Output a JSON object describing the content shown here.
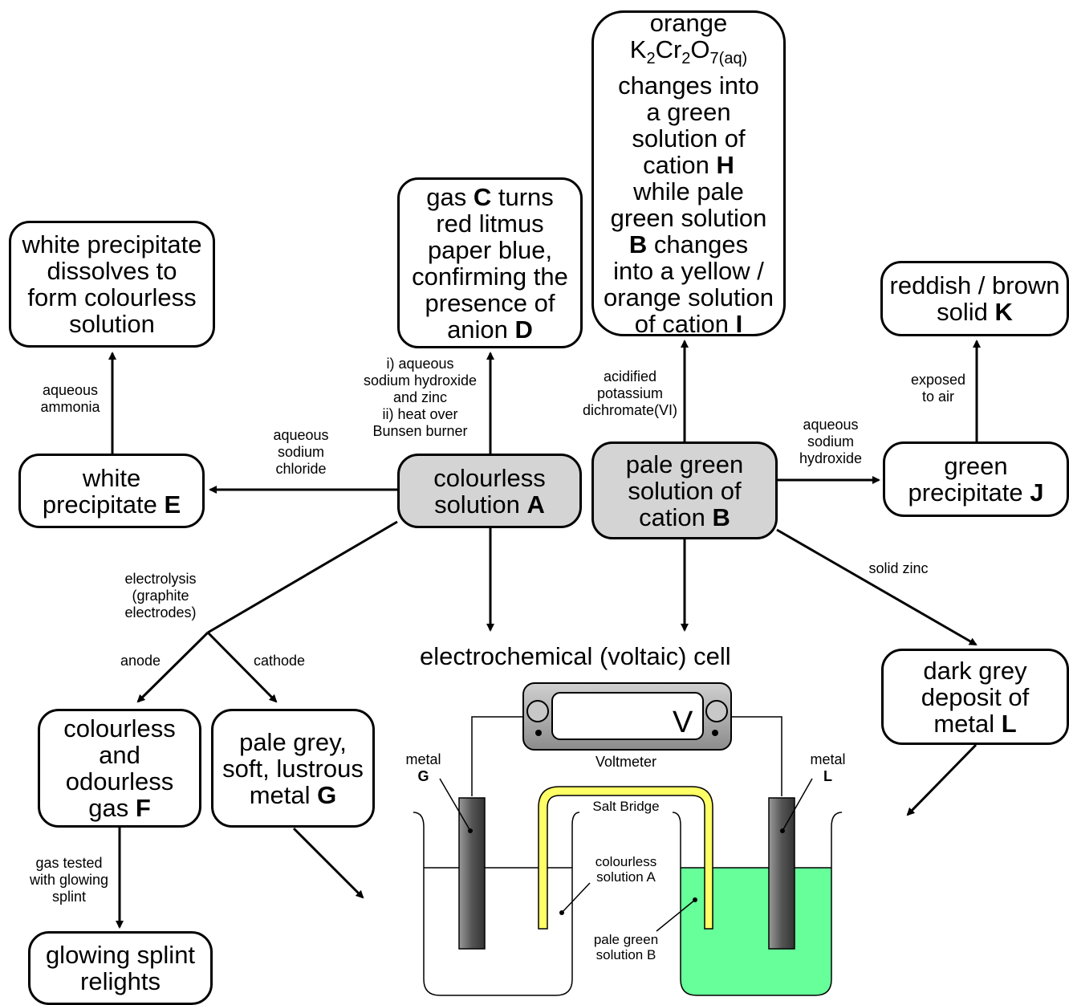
{
  "nodes": {
    "A": {
      "lines": [
        [
          "colourless"
        ],
        [
          "solution ",
          "A"
        ]
      ]
    },
    "B": {
      "lines": [
        [
          "pale green"
        ],
        [
          "solution of"
        ],
        [
          "cation ",
          "B"
        ]
      ]
    },
    "C": {
      "lines": [
        [
          "gas ",
          "C",
          " turns"
        ],
        [
          "red litmus"
        ],
        [
          "paper blue,"
        ],
        [
          "confirming the"
        ],
        [
          "presence of"
        ],
        [
          "anion ",
          "D"
        ]
      ]
    },
    "E": {
      "lines": [
        [
          "white"
        ],
        [
          "precipitate ",
          "E"
        ]
      ]
    },
    "E2": {
      "lines": [
        [
          "white precipitate"
        ],
        [
          "dissolves to"
        ],
        [
          "form colourless"
        ],
        [
          "solution"
        ]
      ]
    },
    "F": {
      "lines": [
        [
          "colourless"
        ],
        [
          "and"
        ],
        [
          "odourless"
        ],
        [
          "gas ",
          "F"
        ]
      ]
    },
    "G": {
      "lines": [
        [
          "pale grey,"
        ],
        [
          "soft, lustrous"
        ],
        [
          "metal ",
          "G"
        ]
      ]
    },
    "S": {
      "lines": [
        [
          "glowing splint"
        ],
        [
          "relights"
        ]
      ]
    },
    "J": {
      "lines": [
        [
          "green"
        ],
        [
          "precipitate ",
          "J"
        ]
      ]
    },
    "K": {
      "lines": [
        [
          "reddish / brown"
        ],
        [
          "solid ",
          "K"
        ]
      ]
    },
    "L": {
      "lines": [
        [
          "dark grey"
        ],
        [
          "deposit of"
        ],
        [
          "metal ",
          "L"
        ]
      ]
    }
  },
  "H_box": {
    "l1": "orange",
    "k": "K",
    "k_sub": "2",
    "cr": "Cr",
    "cr_sub": "2",
    "o": "O",
    "o_sub": "7(aq)",
    "l3": "changes into",
    "l4": "a green",
    "l5": "solution of",
    "l6a": "cation ",
    "l6b": "H",
    "l7": "while pale",
    "l8": "green solution",
    "l9a": "B",
    "l9b": " changes",
    "l10": "into a yellow /",
    "l11": "orange solution",
    "l12a": "of cation ",
    "l12b": "I"
  },
  "labels": {
    "ammonia": [
      "aqueous",
      "ammonia"
    ],
    "nacl": [
      "aqueous",
      "sodium",
      "chloride"
    ],
    "naoh_zinc": [
      "i) aqueous",
      "sodium hydroxide",
      "and zinc",
      "ii) heat over",
      "Bunsen burner"
    ],
    "dichromate": [
      "acidified",
      "potassium",
      "dichromate(VI)"
    ],
    "naoh": [
      "aqueous",
      "sodium",
      "hydroxide"
    ],
    "air": [
      "exposed",
      "to air"
    ],
    "zinc": [
      "solid zinc"
    ],
    "electrolysis": [
      "electrolysis",
      "(graphite",
      "electrodes)"
    ],
    "anode": [
      "anode"
    ],
    "cathode": [
      "cathode"
    ],
    "splint_test": [
      "gas tested",
      "with glowing",
      "splint"
    ]
  },
  "cell": {
    "title": "electrochemical (voltaic) cell",
    "voltmeter_symbol": "V",
    "voltmeter_label": "Voltmeter",
    "salt_bridge": "Salt Bridge",
    "metal_g": [
      "metal",
      "G"
    ],
    "metal_l": [
      "metal",
      "L"
    ],
    "solution_a": [
      "colourless",
      "solution A"
    ],
    "solution_b": [
      "pale green",
      "solution B"
    ],
    "colors": {
      "solution_b": "#66ff99",
      "salt_bridge": "#ffff66",
      "electrode": "#606060",
      "voltmeter": "#b0b0b0",
      "node_fill": "#d4d4d4"
    }
  }
}
